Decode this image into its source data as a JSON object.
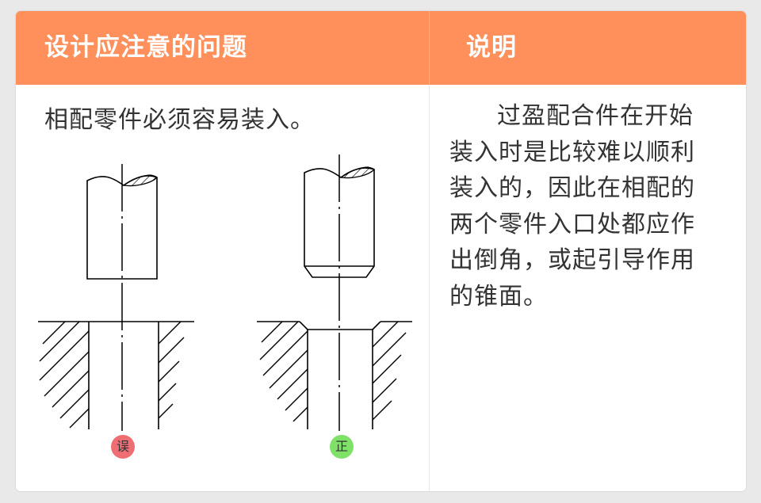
{
  "header": {
    "left_title": "设计应注意的问题",
    "right_title": "说明"
  },
  "left": {
    "text": "相配零件必须容易装入。",
    "badge_wrong": "误",
    "badge_right": "正"
  },
  "right": {
    "text": "过盈配合件在开始装入时是比较难以顺利装入的，因此在相配的两个零件入口处都应作出倒角，或起引导作用的锥面。"
  },
  "colors": {
    "header_bg": "#ff8f5b",
    "header_text": "#ffffff",
    "wrong_badge": "#ee6e73",
    "right_badge": "#7fe168"
  }
}
